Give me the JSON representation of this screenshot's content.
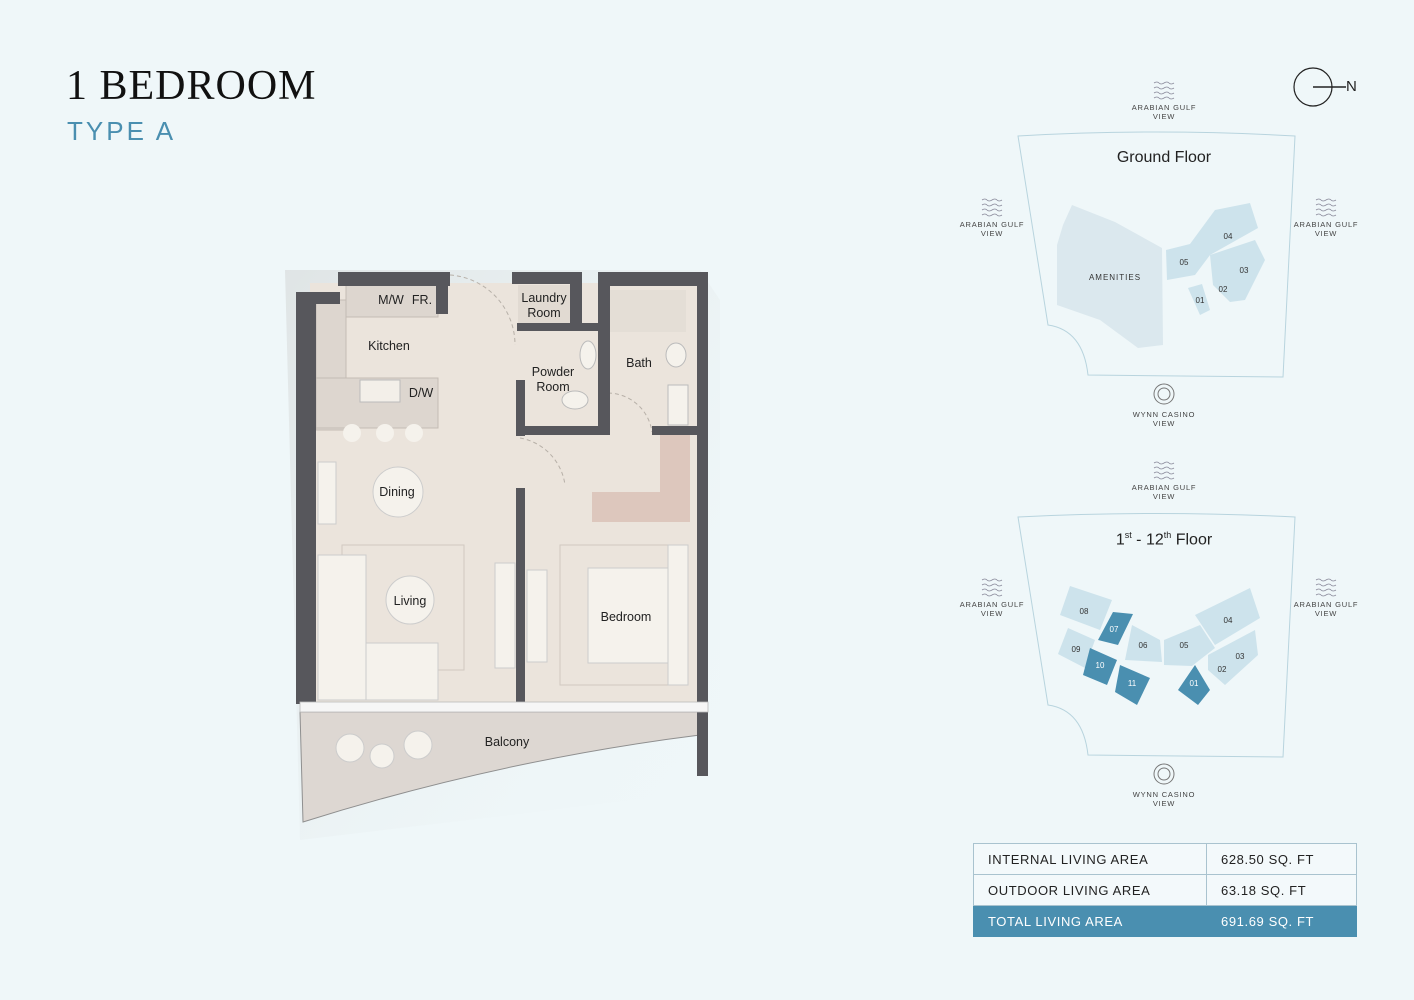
{
  "header": {
    "title": "1 BEDROOM",
    "subtitle": "TYPE A"
  },
  "floor_plan": {
    "rooms": [
      {
        "name": "M/W"
      },
      {
        "name": "FR."
      },
      {
        "name": "Laundry"
      },
      {
        "name": "Room"
      },
      {
        "name": "Kitchen"
      },
      {
        "name": "Powder"
      },
      {
        "name": "Room"
      },
      {
        "name": "Bath"
      },
      {
        "name": "D/W"
      },
      {
        "name": "Dining"
      },
      {
        "name": "Living"
      },
      {
        "name": "Bedroom"
      },
      {
        "name": "Balcony"
      }
    ]
  },
  "compass": {
    "label": "N"
  },
  "key_plans": [
    {
      "title": "Ground Floor",
      "views": {
        "top": [
          "ARABIAN GULF",
          "VIEW"
        ],
        "left": [
          "ARABIAN GULF",
          "VIEW"
        ],
        "right": [
          "ARABIAN GULF",
          "VIEW"
        ],
        "bottom": [
          "WYNN CASINO",
          "VIEW"
        ]
      },
      "amenities_label": "AMENITIES",
      "units": [
        "05",
        "04",
        "03",
        "02",
        "01"
      ]
    },
    {
      "title_parts": {
        "a": "1",
        "a_sup": "st",
        "mid": " - 12",
        "b_sup": "th",
        "end": " Floor"
      },
      "views": {
        "top": [
          "ARABIAN GULF",
          "VIEW"
        ],
        "left": [
          "ARABIAN GULF",
          "VIEW"
        ],
        "right": [
          "ARABIAN GULF",
          "VIEW"
        ],
        "bottom": [
          "WYNN CASINO",
          "VIEW"
        ]
      },
      "units": [
        "08",
        "07",
        "09",
        "10",
        "11",
        "06",
        "05",
        "04",
        "03",
        "02",
        "01"
      ],
      "highlighted_units": [
        "07",
        "10",
        "11",
        "01"
      ]
    }
  ],
  "area_table": {
    "rows": [
      {
        "label": "INTERNAL LIVING AREA",
        "value": "628.50 SQ. FT"
      },
      {
        "label": "OUTDOOR LIVING AREA",
        "value": "63.18 SQ. FT"
      },
      {
        "label": "TOTAL LIVING AREA",
        "value": "691.69 SQ. FT"
      }
    ]
  },
  "colors": {
    "accent": "#4a8fb0",
    "unit_light": "#cde3ec",
    "amenity": "#dbe8ee",
    "wall": "#57575c",
    "floor": "#ebe4dc",
    "background": "#eff7f9"
  }
}
